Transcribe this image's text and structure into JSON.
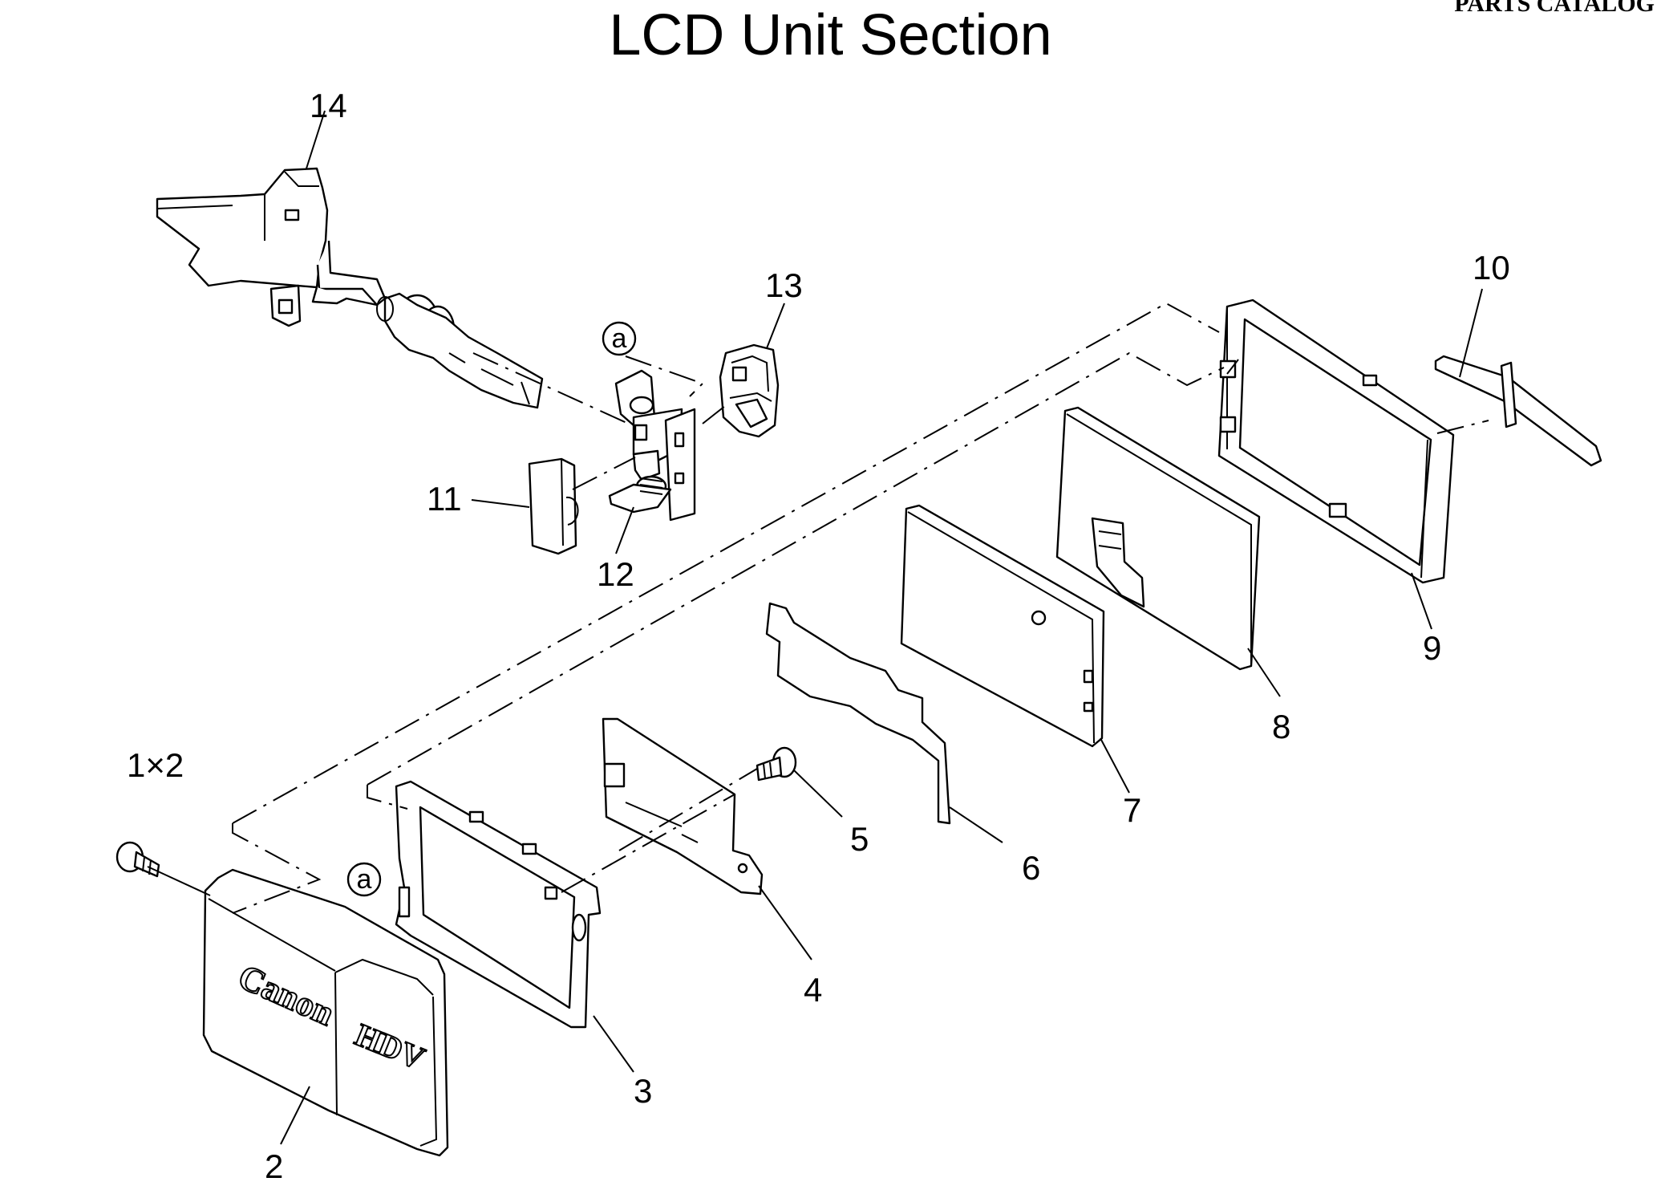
{
  "header": {
    "title": "LCD Unit Section",
    "catalog": "PARTS CATALOG"
  },
  "callouts": [
    "1×2",
    "2",
    "3",
    "4",
    "5",
    "6",
    "7",
    "8",
    "9",
    "10",
    "11",
    "12",
    "13",
    "14"
  ],
  "reference_marks": [
    "a",
    "a"
  ],
  "cover_logos": [
    "Canon",
    "HDV"
  ]
}
